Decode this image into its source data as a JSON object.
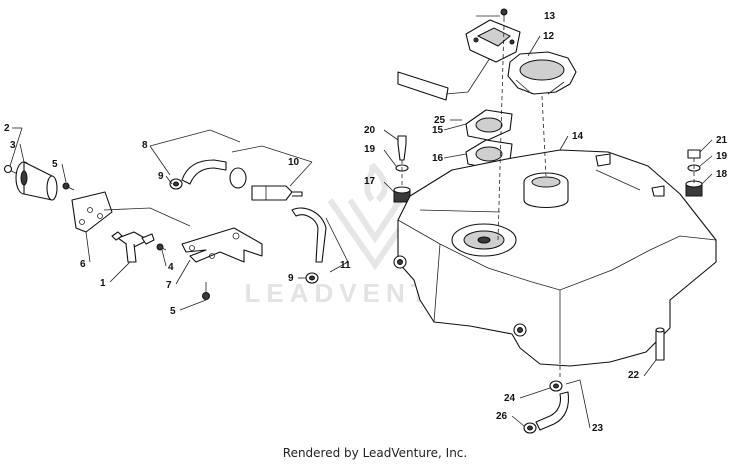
{
  "watermark": {
    "brand": "LEADVENTURE"
  },
  "footer": {
    "text": "Rendered by LeadVenture, Inc."
  },
  "callouts": [
    {
      "id": "c1",
      "label": "1"
    },
    {
      "id": "c2",
      "label": "2"
    },
    {
      "id": "c3",
      "label": "3"
    },
    {
      "id": "c4",
      "label": "4"
    },
    {
      "id": "c5a",
      "label": "5"
    },
    {
      "id": "c5b",
      "label": "5"
    },
    {
      "id": "c6",
      "label": "6"
    },
    {
      "id": "c7",
      "label": "7"
    },
    {
      "id": "c8",
      "label": "8"
    },
    {
      "id": "c9a",
      "label": "9"
    },
    {
      "id": "c9b",
      "label": "9"
    },
    {
      "id": "c10",
      "label": "10"
    },
    {
      "id": "c11",
      "label": "11"
    },
    {
      "id": "c12",
      "label": "12"
    },
    {
      "id": "c13",
      "label": "13"
    },
    {
      "id": "c14",
      "label": "14"
    },
    {
      "id": "c15",
      "label": "15"
    },
    {
      "id": "c16",
      "label": "16"
    },
    {
      "id": "c17",
      "label": "17"
    },
    {
      "id": "c18",
      "label": "18"
    },
    {
      "id": "c19a",
      "label": "19"
    },
    {
      "id": "c19b",
      "label": "19"
    },
    {
      "id": "c20",
      "label": "20"
    },
    {
      "id": "c21",
      "label": "21"
    },
    {
      "id": "c22",
      "label": "22"
    },
    {
      "id": "c23",
      "label": "23"
    },
    {
      "id": "c24",
      "label": "24"
    },
    {
      "id": "c25",
      "label": "25"
    },
    {
      "id": "c26",
      "label": "26"
    }
  ]
}
